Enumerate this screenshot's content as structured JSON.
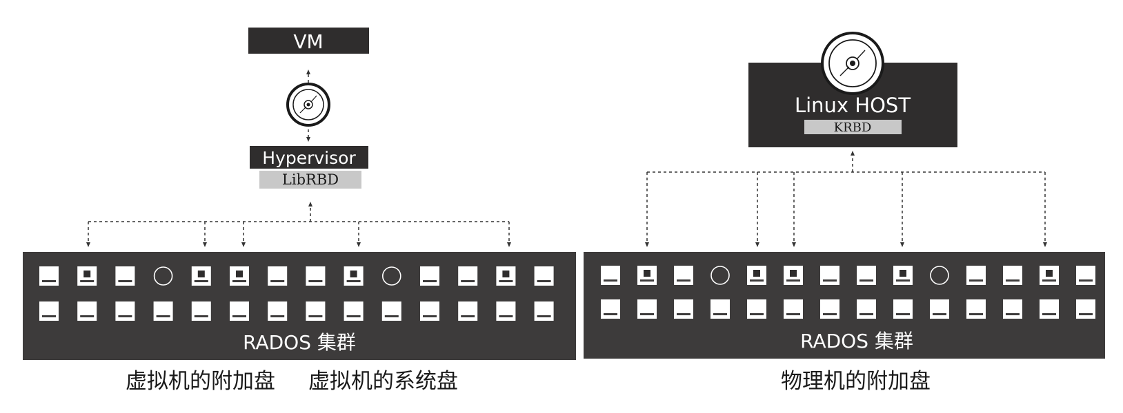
{
  "left": {
    "vm_label": "VM",
    "hypervisor_label": "Hypervisor",
    "librbd_label": "LibRBD",
    "cluster_label": "RADOS 集群",
    "captions": [
      "虚拟机的附加盘",
      "虚拟机的系统盘"
    ],
    "top_row": [
      "disk",
      "disk-dot",
      "disk",
      "circle",
      "disk-dot",
      "disk-dot",
      "disk",
      "disk",
      "disk-dot",
      "circle",
      "disk",
      "disk",
      "disk-dot",
      "disk"
    ],
    "bottom_row": [
      "disk",
      "disk",
      "disk",
      "disk",
      "disk",
      "disk",
      "disk",
      "disk",
      "disk",
      "disk",
      "disk",
      "disk",
      "disk",
      "disk"
    ]
  },
  "right": {
    "host_label": "Linux HOST",
    "krbd_label": "KRBD",
    "cluster_label": "RADOS 集群",
    "caption": "物理机的附加盘",
    "top_row": [
      "disk",
      "disk-dot",
      "disk",
      "circle",
      "disk-dot",
      "disk-dot",
      "disk",
      "disk",
      "disk-dot",
      "circle",
      "disk",
      "disk",
      "disk-dot",
      "disk"
    ],
    "bottom_row": [
      "disk",
      "disk",
      "disk",
      "disk",
      "disk",
      "disk",
      "disk",
      "disk",
      "disk",
      "disk",
      "disk",
      "disk",
      "disk",
      "disk"
    ]
  },
  "colors": {
    "dark_panel": "#3d3b3b",
    "box": "#2f2d2d",
    "tag": "#c8c8c8",
    "arrow": "#333333"
  }
}
